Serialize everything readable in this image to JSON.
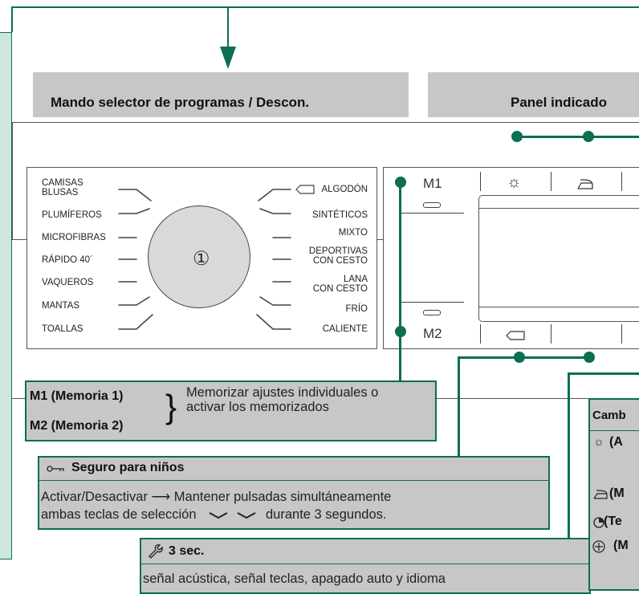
{
  "headers": {
    "selector": "Mando selector de programas / Descon.",
    "panel": "Panel indicado"
  },
  "programs_left": [
    "CAMISAS\nBLUSAS",
    "PLUMÍFEROS",
    "MICROFIBRAS",
    "RÁPIDO 40´",
    "VAQUEROS",
    "MANTAS",
    "TOALLAS"
  ],
  "programs_right": [
    "ALGODÓN",
    "SINTÉTICOS",
    "MIXTO",
    "DEPORTIVAS\nCON CESTO",
    "LANA\nCON CESTO",
    "FRÍO",
    "CALIENTE"
  ],
  "knob_symbol": "①",
  "display": {
    "m1": "M1",
    "m2": "M2",
    "sun_icon": "☼",
    "iron_icon": "iron-icon",
    "sock_icon": "sock-icon"
  },
  "memory": {
    "m1": "M1 (Memoria 1)",
    "m2": "M2 (Memoria 2)",
    "desc": "Memorizar ajustes individuales o activar los memorizados"
  },
  "child_lock": {
    "title": "Seguro para niños",
    "line1": "Activar/Desactivar ⟶ Mantener pulsadas simultáneamente",
    "line2a": "ambas teclas de selección",
    "line2b": "durante 3 segundos."
  },
  "settings": {
    "title": "3 sec.",
    "text": "señal acústica, señal teclas, apagado auto y idioma"
  },
  "change": {
    "title": "Camb",
    "items": [
      "(A",
      "(M",
      "(Te",
      "(M"
    ]
  },
  "colors": {
    "green": "#0c6e52",
    "grey": "#c7c7c7",
    "mint": "#cfe6dc"
  }
}
